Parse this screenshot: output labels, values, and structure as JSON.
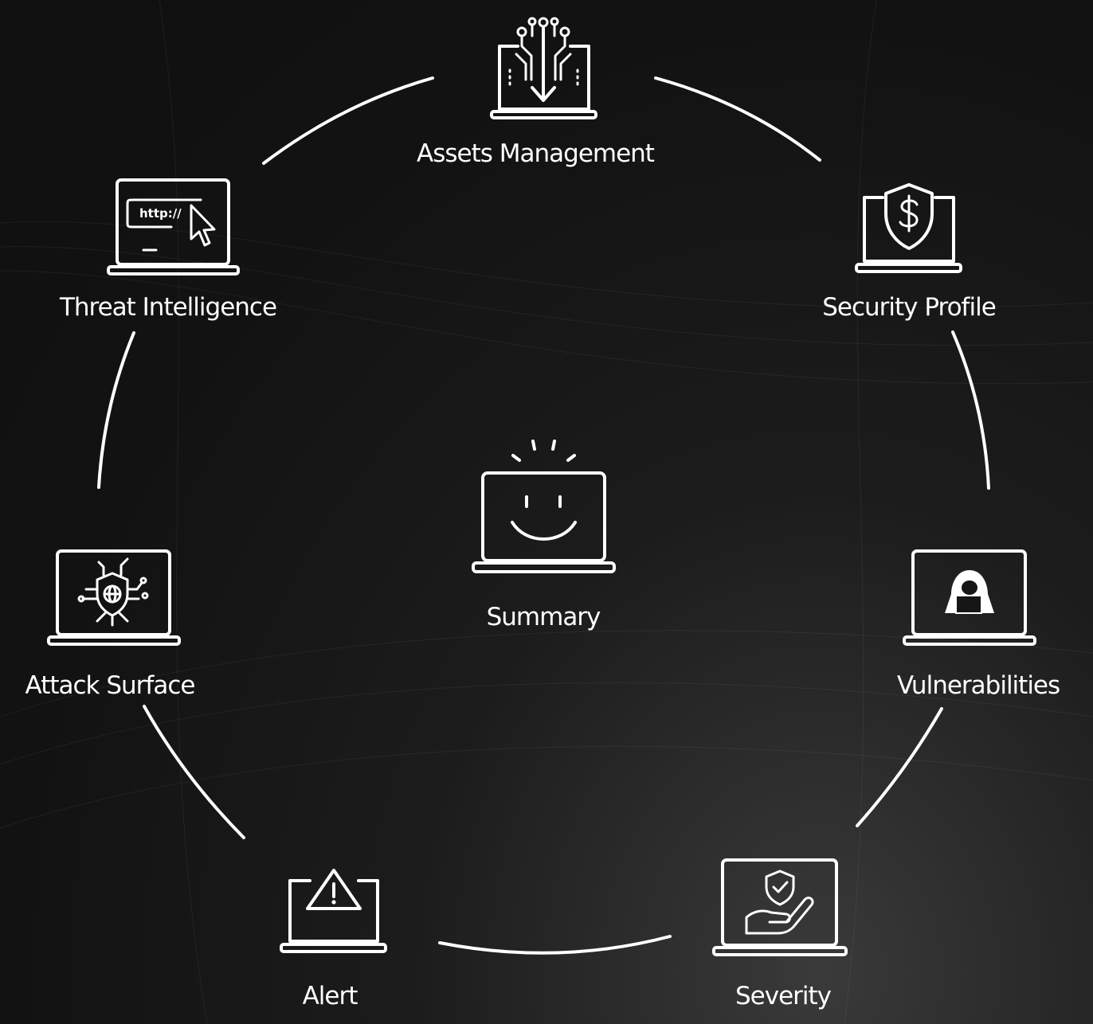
{
  "nodes": {
    "assets_management": {
      "label": "Assets Management",
      "icon": "circuit-download-laptop-icon"
    },
    "security_profile": {
      "label": "Security Profile",
      "icon": "dollar-shield-laptop-icon"
    },
    "vulnerabilities": {
      "label": "Vulnerabilities",
      "icon": "hacker-laptop-icon"
    },
    "severity": {
      "label": "Severity",
      "icon": "shield-hand-laptop-icon"
    },
    "alert": {
      "label": "Alert",
      "icon": "warning-triangle-laptop-icon"
    },
    "attack_surface": {
      "label": "Attack Surface",
      "icon": "globe-chip-laptop-icon"
    },
    "threat_intelligence": {
      "label": "Threat Intelligence",
      "icon": "http-cursor-laptop-icon",
      "url_text": "http://"
    },
    "summary": {
      "label": "Summary",
      "icon": "smiley-laptop-icon"
    }
  },
  "colors": {
    "background": "#121212",
    "foreground": "#ffffff"
  }
}
